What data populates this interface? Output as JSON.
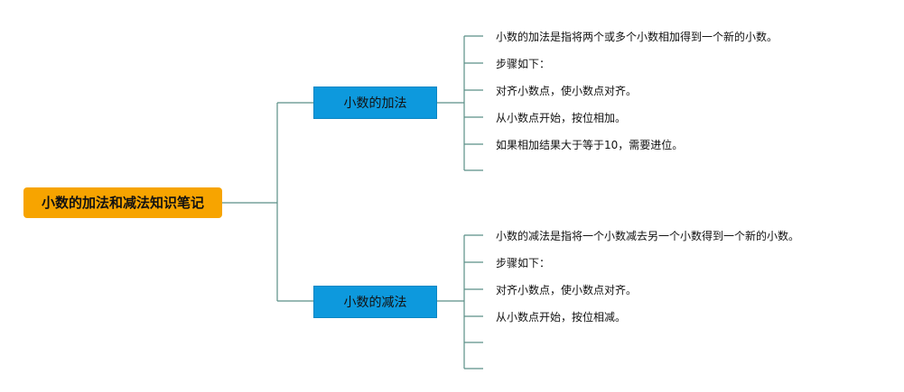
{
  "root": {
    "label": "小数的加法和减法知识笔记",
    "color": "#f7a400"
  },
  "branches": [
    {
      "label": "小数的加法",
      "color": "#0d99dd",
      "items": [
        "小数的加法是指将两个或多个小数相加得到一个新的小数。",
        "步骤如下：",
        "对齐小数点，使小数点对齐。",
        "从小数点开始，按位相加。",
        "如果相加结果大于等于10，需要进位。",
        ""
      ]
    },
    {
      "label": "小数的减法",
      "color": "#0d99dd",
      "items": [
        "小数的减法是指将一个小数减去另一个小数得到一个新的小数。",
        "步骤如下：",
        "对齐小数点，使小数点对齐。",
        "从小数点开始，按位相减。",
        "",
        ""
      ]
    }
  ],
  "connector_color": "#5b8f87"
}
